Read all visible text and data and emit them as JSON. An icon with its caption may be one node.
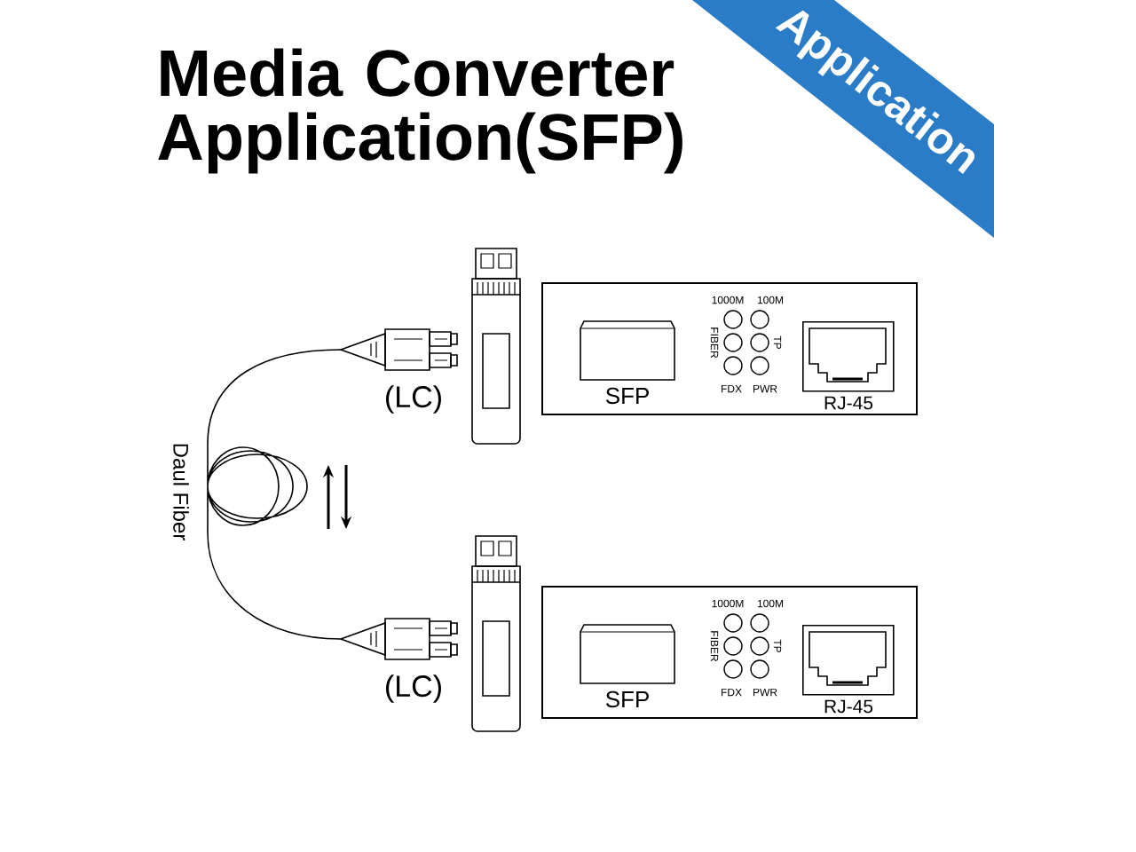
{
  "diagram": {
    "title": "Media Converter Application(SFP)",
    "nodes": [
      {
        "text": [
          "Application"
        ]
      },
      {
        "text": [],
        "shape": "picture",
        "beside": [
          "(LC)"
        ]
      },
      {
        "text": [],
        "shape": "picture"
      },
      {
        "text": [],
        "shape": "box"
      },
      {
        "text": [
          "SFP"
        ],
        "in": 3
      },
      {
        "text": [
          "RJ-45"
        ],
        "in": 3
      },
      {
        "text": [],
        "shape": "picture",
        "beside": [
          "(LC)"
        ]
      },
      {
        "text": [],
        "shape": "picture"
      },
      {
        "text": [],
        "shape": "box"
      },
      {
        "text": [
          "SFP"
        ],
        "in": 8
      },
      {
        "text": [
          "RJ-45"
        ],
        "in": 8
      }
    ],
    "edges": [
      {
        "from": 1,
        "to": 6,
        "arrow": "none",
        "label": "Daul Fiber"
      }
    ],
    "labels": [
      "1000M",
      "100M",
      "FIBER",
      "TP",
      "FDX",
      "PWR",
      "1000M",
      "100M",
      "FIBER",
      "TP",
      "FDX",
      "PWR"
    ]
  }
}
